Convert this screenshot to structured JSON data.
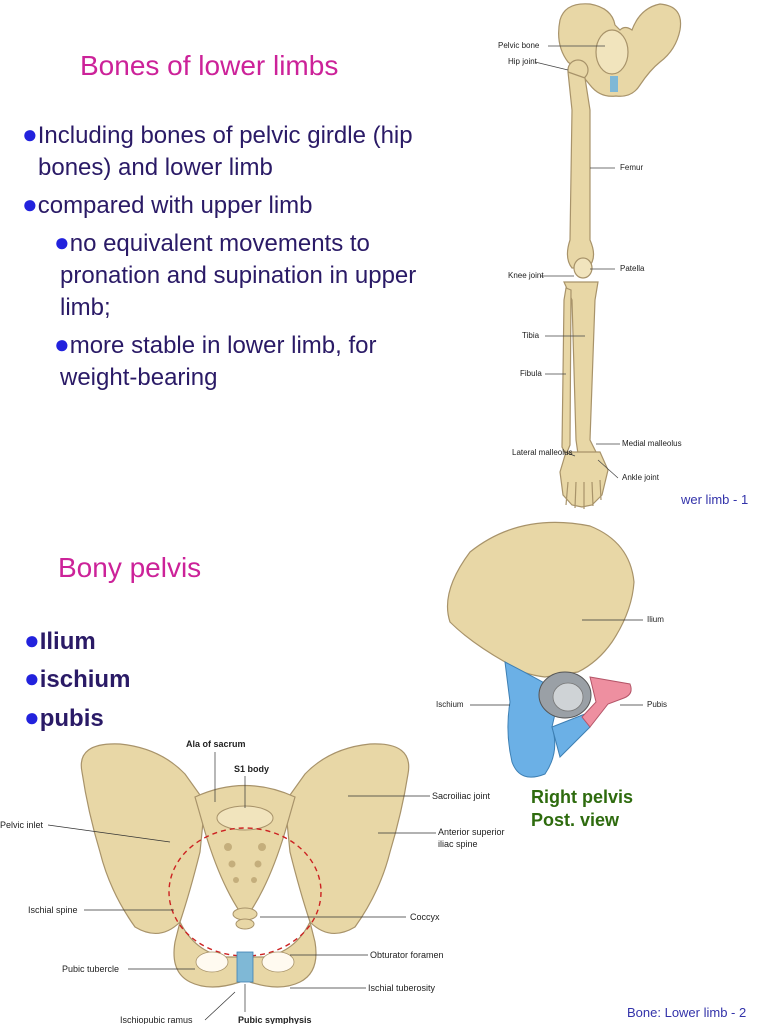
{
  "slide1": {
    "title": "Bones of lower limbs",
    "bullet1": "Including bones of pelvic girdle (hip bones) and lower limb",
    "bullet1_line1": "Including bones of pelvic girdle (hip",
    "bullet1_line2": "bones) and lower limb",
    "bullet2": "compared with upper limb",
    "sub1_line1": "no equivalent movements to",
    "sub1_line2": "pronation and supination in upper",
    "sub1_line3": "limb;",
    "sub2_line1": "more stable in lower limb, for",
    "sub2_line2": "weight-bearing",
    "labels": {
      "pelvic_bone": "Pelvic bone",
      "hip_joint": "Hip joint",
      "femur": "Femur",
      "patella": "Patella",
      "knee_joint": "Knee joint",
      "tibia": "Tibia",
      "fibula": "Fibula",
      "medial_malleolus": "Medial malleolus",
      "lateral_malleolus": "Lateral malleolus",
      "ankle_joint": "Ankle joint"
    },
    "footer": "wer limb - 1"
  },
  "slide2": {
    "title": "Bony pelvis",
    "bullets": [
      "Ilium",
      "ischium",
      "pubis"
    ],
    "right_labels": {
      "ilium": "Ilium",
      "ischium": "Ischium",
      "pubis": "Pubis"
    },
    "caption_line1": "Right pelvis",
    "caption_line2": "Post. view",
    "pelvis_labels": {
      "ala_of_sacrum": "Ala of sacrum",
      "s1_body": "S1 body",
      "sacroiliac_joint": "Sacroiliac joint",
      "pelvic_inlet": "Pelvic inlet",
      "anterior_superior_line1": "Anterior superior",
      "anterior_superior_line2": "iliac spine",
      "ischial_spine": "Ischial spine",
      "coccyx": "Coccyx",
      "obturator_foramen": "Obturator foramen",
      "pubic_tubercle": "Pubic tubercle",
      "ischial_tuberosity": "Ischial tuberosity",
      "ischiopubic_ramus": "Ischiopubic ramus",
      "pubic_symphysis": "Pubic symphysis"
    },
    "footer": "Bone: Lower limb - 2"
  },
  "colors": {
    "title": "#cc2299",
    "text": "#2a1a66",
    "bullet_dot": "#2222dd",
    "bone": "#e8d7a6",
    "ischium": "#6bb0e6",
    "pubis": "#ee8fa0",
    "caption": "#2e6b0e",
    "footer": "#3333aa"
  }
}
